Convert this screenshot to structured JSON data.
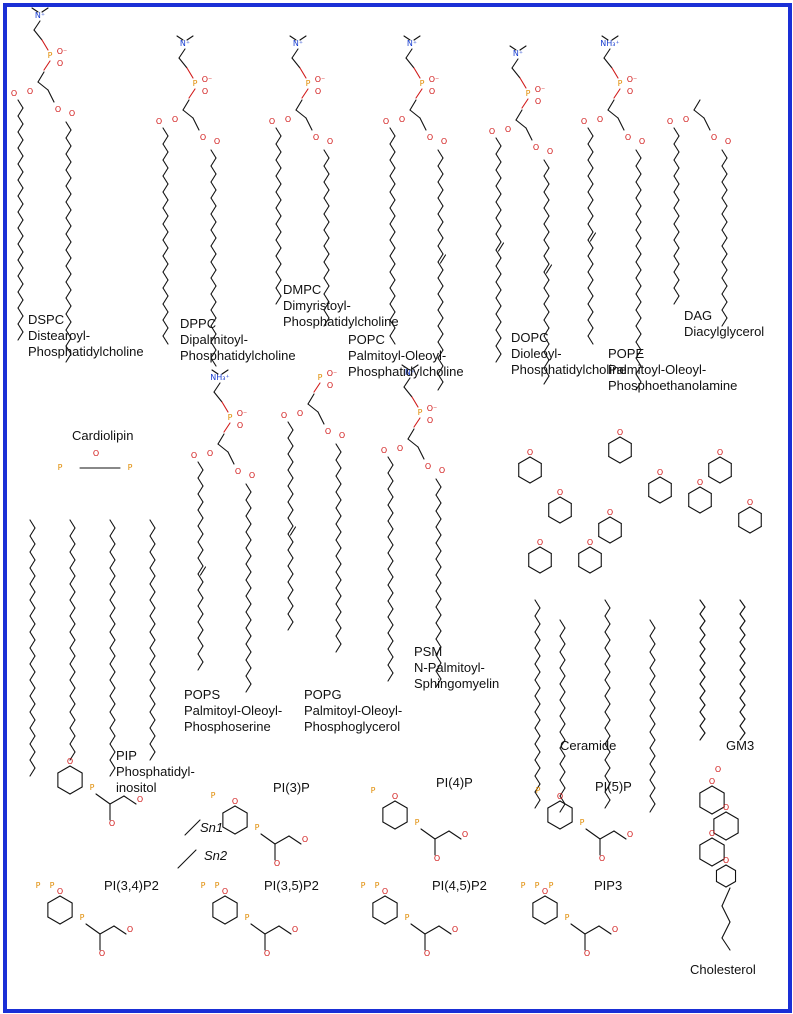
{
  "figure": {
    "border_color": "#1a2fd6",
    "atom_colors": {
      "nitrogen": "#1a3fd0",
      "oxygen": "#d11a1a",
      "phosphorus": "#e08a00",
      "bond": "#111111"
    },
    "molecules": [
      {
        "id": "dspc",
        "abbr": "DSPC",
        "name": "Distearoyl-\nPhosphatidylcholine"
      },
      {
        "id": "dppc",
        "abbr": "DPPC",
        "name": "Dipalmitoyl-\nPhosphatidylcholine"
      },
      {
        "id": "dmpc",
        "abbr": "DMPC",
        "name": "Dimyristoyl-\nPhosphatidylcholine"
      },
      {
        "id": "popc",
        "abbr": "POPC",
        "name": "Palmitoyl-Oleoyl-\nPhosphatidylcholine"
      },
      {
        "id": "dopc",
        "abbr": "DOPC",
        "name": "Dioleoyl-\nPhosphatidylcholine"
      },
      {
        "id": "pope",
        "abbr": "POPE",
        "name": "Palmitoyl-Oleoyl-\nPhosphoethanolamine"
      },
      {
        "id": "dag",
        "abbr": "DAG",
        "name": "Diacylglycerol"
      },
      {
        "id": "cardiolipin",
        "abbr": "Cardiolipin",
        "name": ""
      },
      {
        "id": "pops",
        "abbr": "POPS",
        "name": "Palmitoyl-Oleoyl-\nPhosphoserine"
      },
      {
        "id": "popg",
        "abbr": "POPG",
        "name": "Palmitoyl-Oleoyl-\nPhosphoglycerol"
      },
      {
        "id": "psm",
        "abbr": "PSM",
        "name": "N-Palmitoyl-\nSphingomyelin"
      },
      {
        "id": "ceramide",
        "abbr": "Ceramide",
        "name": ""
      },
      {
        "id": "gm3",
        "abbr": "GM3",
        "name": ""
      },
      {
        "id": "pip",
        "abbr": "PIP",
        "name": "Phosphatidyl-\ninositol"
      },
      {
        "id": "pi3p",
        "abbr": "PI(3)P",
        "name": ""
      },
      {
        "id": "pi4p",
        "abbr": "PI(4)P",
        "name": ""
      },
      {
        "id": "pi5p",
        "abbr": "PI(5)P",
        "name": ""
      },
      {
        "id": "pi34p2",
        "abbr": "PI(3,4)P2",
        "name": ""
      },
      {
        "id": "pi35p2",
        "abbr": "PI(3,5)P2",
        "name": ""
      },
      {
        "id": "pi45p2",
        "abbr": "PI(4,5)P2",
        "name": ""
      },
      {
        "id": "pip3",
        "abbr": "PIP3",
        "name": ""
      },
      {
        "id": "cholesterol",
        "abbr": "Cholesterol",
        "name": ""
      }
    ],
    "chain_labels": {
      "sn1": "Sn1",
      "sn2": "Sn2"
    }
  }
}
